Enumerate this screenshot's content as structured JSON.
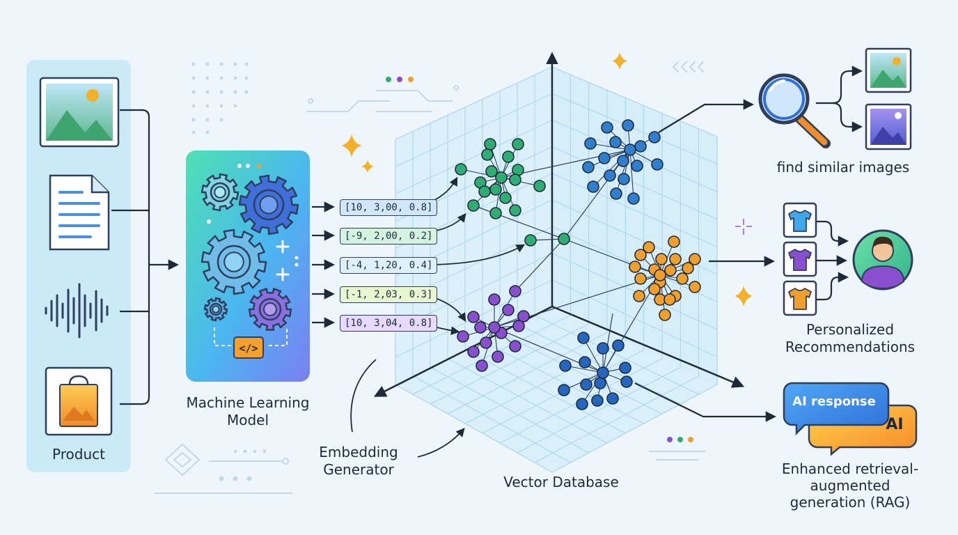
{
  "inputs": {
    "product_label": "Product",
    "items": [
      {
        "icon": "image-file-icon"
      },
      {
        "icon": "document-icon"
      },
      {
        "icon": "audio-waveform-icon"
      },
      {
        "icon": "shopping-bag-icon"
      }
    ]
  },
  "model": {
    "label_line1": "Machine Learning",
    "label_line2": "Model",
    "icons": [
      "gear-icon",
      "code-icon",
      "plus-icon"
    ]
  },
  "embeddings": {
    "label_line1": "Embedding",
    "label_line2": "Generator",
    "vectors": [
      {
        "text": "[10, 3,00, 0.8]",
        "color": "#cfe6fb"
      },
      {
        "text": "[-9, 2,00, 0.2]",
        "color": "#d3f2df"
      },
      {
        "text": "[-4, 1,20, 0.4]",
        "color": "#dff0fb"
      },
      {
        "text": "[-1, 2,03, 0.3]",
        "color": "#e8f7cf"
      },
      {
        "text": "[10, 3,04, 0.8]",
        "color": "#e6d9fb"
      }
    ]
  },
  "database": {
    "label": "Vector Database",
    "cluster_colors": {
      "green": "#2fae74",
      "blue": "#2f7fcf",
      "orange": "#f0a02a",
      "purple": "#8a4fcf",
      "navy": "#2566c0"
    }
  },
  "outputs": {
    "similar_images": "find similar images",
    "recommendations_line1": "Personalized",
    "recommendations_line2": "Recommendations",
    "ai_response": "AI response",
    "ai_badge": "AI",
    "rag_line1": "Enhanced retrieval-",
    "rag_line2": "augmented",
    "rag_line3": "generation (RAG)"
  },
  "colors": {
    "accent_blue": "#2f7fcf",
    "stroke": "#2e3e5c",
    "panel_left": "#cbeaf7"
  }
}
